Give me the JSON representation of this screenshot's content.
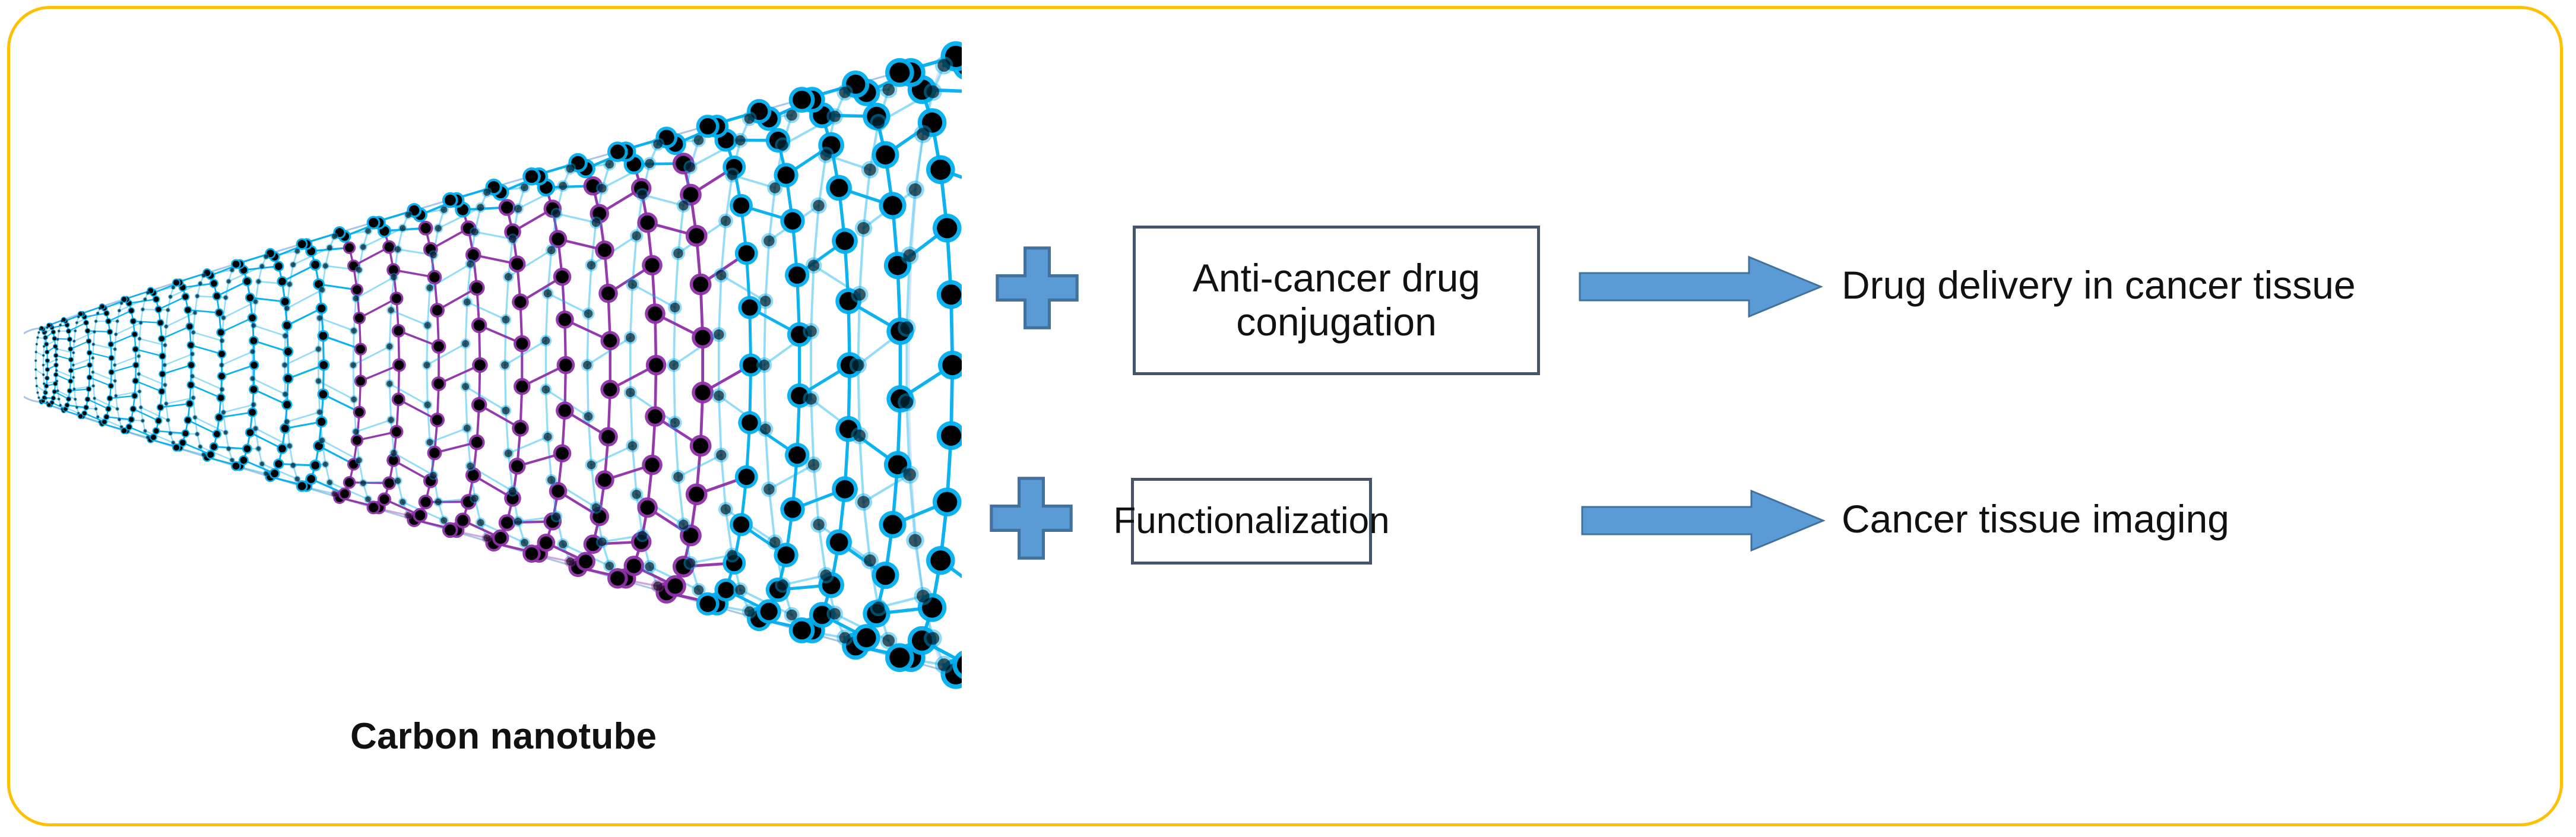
{
  "figure": {
    "border_color": "#FFC000",
    "background": "#ffffff"
  },
  "nanotube": {
    "caption": "Carbon nanotube",
    "atom_color": "#000000",
    "bond_color_primary": "#00AEEF",
    "bond_color_secondary": "#8E2FA8",
    "outline_color": "#A9C6E8",
    "icon": "carbon-nanotube-lattice"
  },
  "rows": [
    {
      "plus_icon": "plus-icon",
      "plus_fill": "#5B9BD5",
      "plus_stroke": "#41719C",
      "process_label": "Anti-cancer drug conjugation",
      "process_box_border": "#44546A",
      "arrow_icon": "right-arrow-icon",
      "arrow_fill": "#5B9BD5",
      "arrow_stroke": "#41719C",
      "outcome_label": "Drug delivery in cancer tissue"
    },
    {
      "plus_icon": "plus-icon",
      "plus_fill": "#5B9BD5",
      "plus_stroke": "#41719C",
      "process_label": "Functionalization",
      "process_box_border": "#44546A",
      "arrow_icon": "right-arrow-icon",
      "arrow_fill": "#5B9BD5",
      "arrow_stroke": "#41719C",
      "outcome_label": "Cancer tissue imaging"
    }
  ]
}
